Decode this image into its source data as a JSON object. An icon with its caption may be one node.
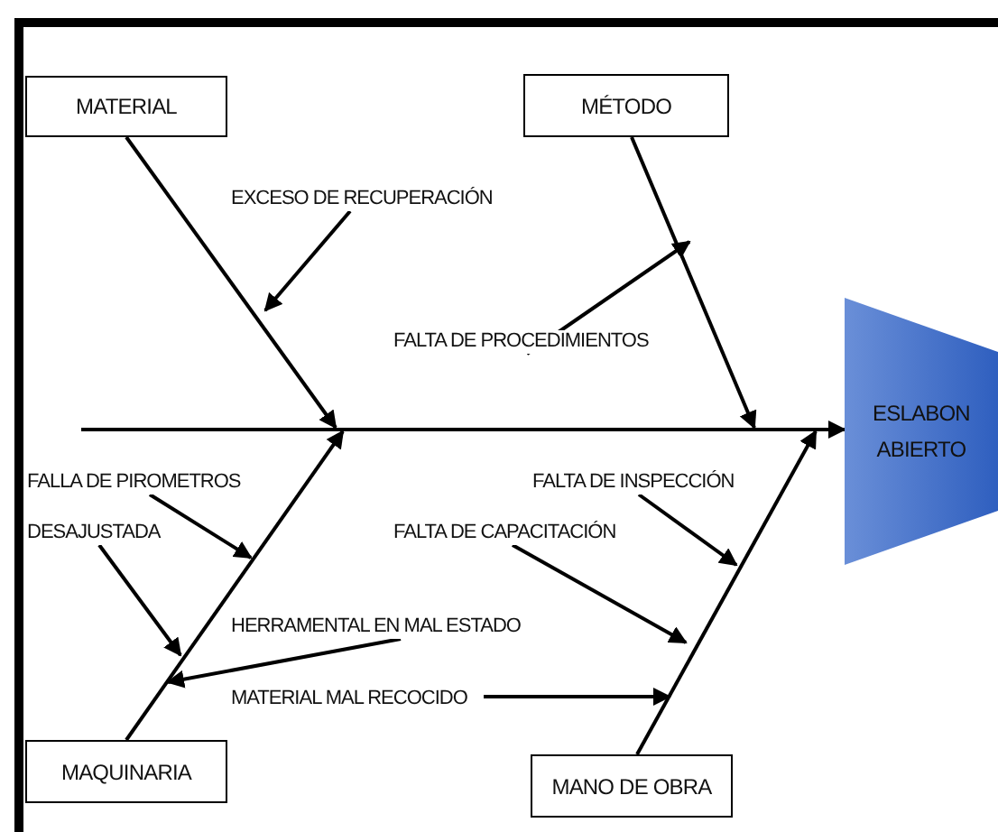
{
  "diagram": {
    "nodes": [
      {
        "text": [
          "MATERIAL"
        ]
      },
      {
        "text": [
          "MÉTODO"
        ]
      },
      {
        "text": [
          "ESLABON ABIERTO"
        ]
      },
      {
        "text": [
          "MAQUINARIA"
        ]
      },
      {
        "text": [
          "MANO DE OBRA"
        ]
      },
      {
        "text": [
          "EXCESO DE RECUPERACIÓN"
        ]
      },
      {
        "text": [
          "FALTA DE PROCEDIMIENTOS"
        ]
      },
      {
        "text": [
          "FALLA DE PIROMETROS"
        ]
      },
      {
        "text": [
          "DESAJUSTADA"
        ]
      },
      {
        "text": [
          "HERRAMENTAL EN MAL ESTADO"
        ]
      },
      {
        "text": [
          "FALTA DE INSPECCIÓN"
        ]
      },
      {
        "text": [
          "FALTA DE CAPACITACIÓN"
        ]
      },
      {
        "text": [
          "MATERIAL MAL RECOCIDO"
        ]
      },
      {
        "text": [],
        "shape": "bar"
      }
    ],
    "edges": [
      {
        "from": 13,
        "to": 2,
        "arrow": "to"
      },
      {
        "from": 0,
        "to": 13,
        "arrow": "to"
      },
      {
        "from": 1,
        "to": 13,
        "arrow": "to"
      },
      {
        "from": 3,
        "to": 13,
        "arrow": "to"
      },
      {
        "from": 4,
        "to": 13,
        "arrow": "to"
      },
      {
        "from": 5,
        "to": null,
        "arrow": "to"
      },
      {
        "from": 6,
        "to": null,
        "arrow": "to"
      },
      {
        "from": 7,
        "to": null,
        "arrow": "to"
      },
      {
        "from": 8,
        "to": null,
        "arrow": "to"
      },
      {
        "from": 9,
        "to": null,
        "arrow": "to"
      },
      {
        "from": 10,
        "to": null,
        "arrow": "to"
      },
      {
        "from": 11,
        "to": null,
        "arrow": "to"
      },
      {
        "from": 12,
        "to": null,
        "arrow": "to"
      }
    ]
  }
}
